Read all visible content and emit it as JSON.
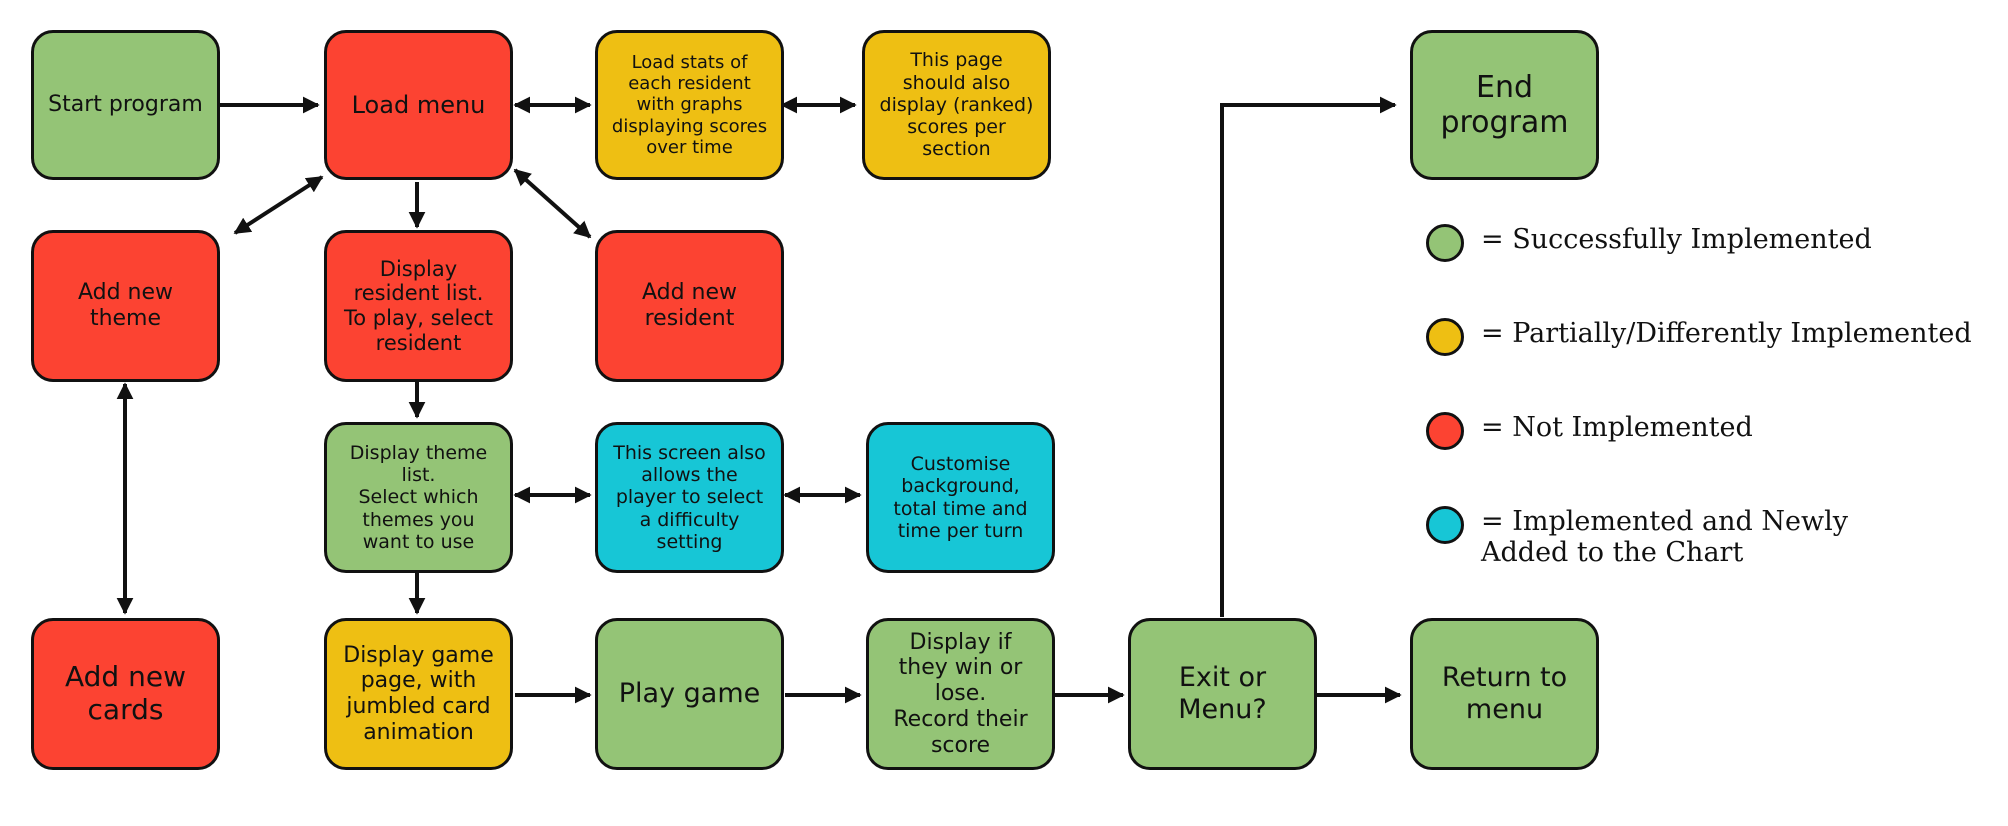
{
  "colors": {
    "implemented": "#94c476",
    "partial": "#eebf13",
    "not_implemented": "#fc4332",
    "new": "#17c6d6",
    "stroke": "#111111"
  },
  "nodes": {
    "start_program": "Start program",
    "load_menu": "Load menu",
    "load_stats": "Load stats of\neach resident\nwith graphs\ndisplaying scores\nover time",
    "ranked_scores": "This page\nshould also\ndisplay (ranked)\nscores per\nsection",
    "end_program": "End\nprogram",
    "add_new_theme": "Add new\ntheme",
    "display_resident_list": "Display\nresident list.\nTo play, select\nresident",
    "add_new_resident": "Add new\nresident",
    "display_theme_list": "Display theme\nlist.\nSelect which\nthemes you\nwant to use",
    "difficulty_screen": "This screen also\nallows the\nplayer to select\na difficulty\nsetting",
    "customise": "Customise\nbackground,\ntotal time and\ntime per turn",
    "add_new_cards": "Add new\ncards",
    "display_game_page": "Display game\npage, with\njumbled card\nanimation",
    "play_game": "Play game",
    "display_win_lose": "Display if\nthey win or\nlose.\nRecord their\nscore",
    "exit_or_menu": "Exit or\nMenu?",
    "return_to_menu": "Return to\nmenu"
  },
  "legend": {
    "implemented": "= Successfully Implemented",
    "partial": "= Partially/Differently Implemented",
    "not_implemented": "= Not Implemented",
    "new": "= Implemented and Newly\nAdded to the Chart"
  }
}
